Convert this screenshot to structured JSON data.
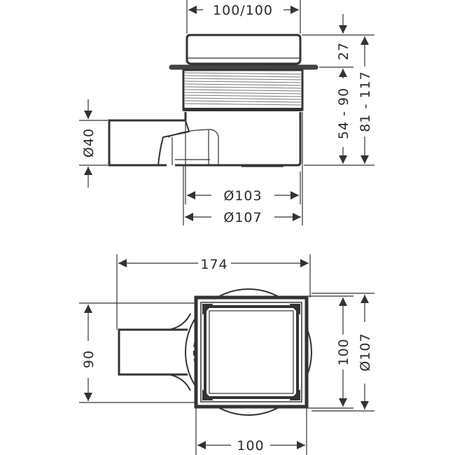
{
  "drawing": {
    "title": "Floor drain technical dimension drawing",
    "side_view": {
      "grate_width": "100/100",
      "grate_height": "27",
      "body_height_range": "54 - 90",
      "total_height_range": "81 - 117",
      "outlet_diameter": "Ø40",
      "inner_diameter": "Ø103",
      "outer_diameter": "Ø107"
    },
    "top_view": {
      "overall_length": "174",
      "outlet_offset": "90",
      "grate_height": "100",
      "flange_diameter": "Ø107",
      "grate_width": "100"
    }
  }
}
